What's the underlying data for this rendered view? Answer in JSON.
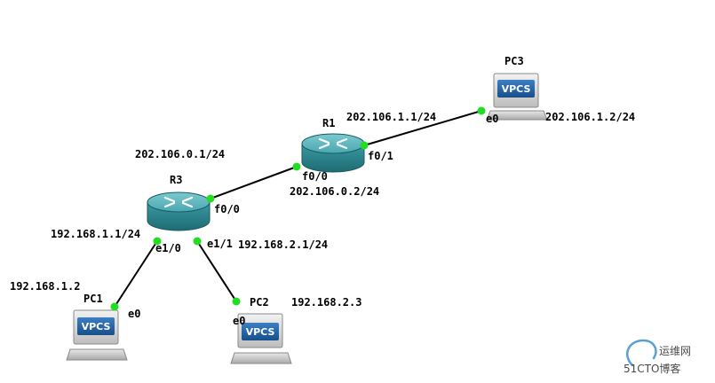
{
  "nodes": {
    "r1": {
      "name": "R1"
    },
    "r3": {
      "name": "R3"
    },
    "pc1": {
      "name": "PC1",
      "badge": "VPCS"
    },
    "pc2": {
      "name": "PC2",
      "badge": "VPCS"
    },
    "pc3": {
      "name": "PC3",
      "badge": "VPCS"
    }
  },
  "ports": {
    "r1_f00": "f0/0",
    "r1_f01": "f0/1",
    "r3_f00": "f0/0",
    "r3_e10": "e1/0",
    "r3_e11": "e1/1",
    "pc1_e0": "e0",
    "pc2_e0": "e0",
    "pc3_e0": "e0"
  },
  "addresses": {
    "r3_f00": "202.106.0.1/24",
    "r1_f00": "202.106.0.2/24",
    "r1_f01": "202.106.1.1/24",
    "pc3": "202.106.1.2/24",
    "r3_e10": "192.168.1.1/24",
    "r3_e11": "192.168.2.1/24",
    "pc1": "192.168.1.2",
    "pc2": "192.168.2.3"
  },
  "watermark": {
    "line1": "运维网",
    "line2": "51CTO博客"
  },
  "colors": {
    "link": "#000000",
    "port_dot": "#22dd22",
    "router_body": "#2e8a93",
    "router_top": "#5fb8c0",
    "vpcs_badge": "#1f5f9e"
  }
}
